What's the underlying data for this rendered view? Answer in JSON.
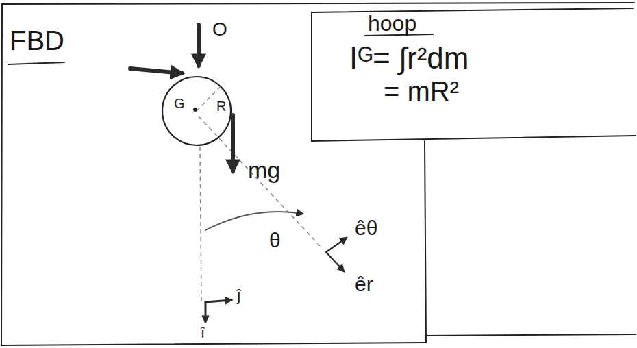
{
  "diagram": {
    "nodes": [
      {
        "text": [
          "FBD"
        ]
      },
      {
        "text": [
          "hoop",
          "Iᴳ= ∫r²dm",
          "= mR²"
        ]
      }
    ],
    "labels": [
      "O",
      "G",
      "R",
      "mg",
      "êθ",
      "êr",
      "θ",
      "ĵ",
      "î"
    ]
  }
}
